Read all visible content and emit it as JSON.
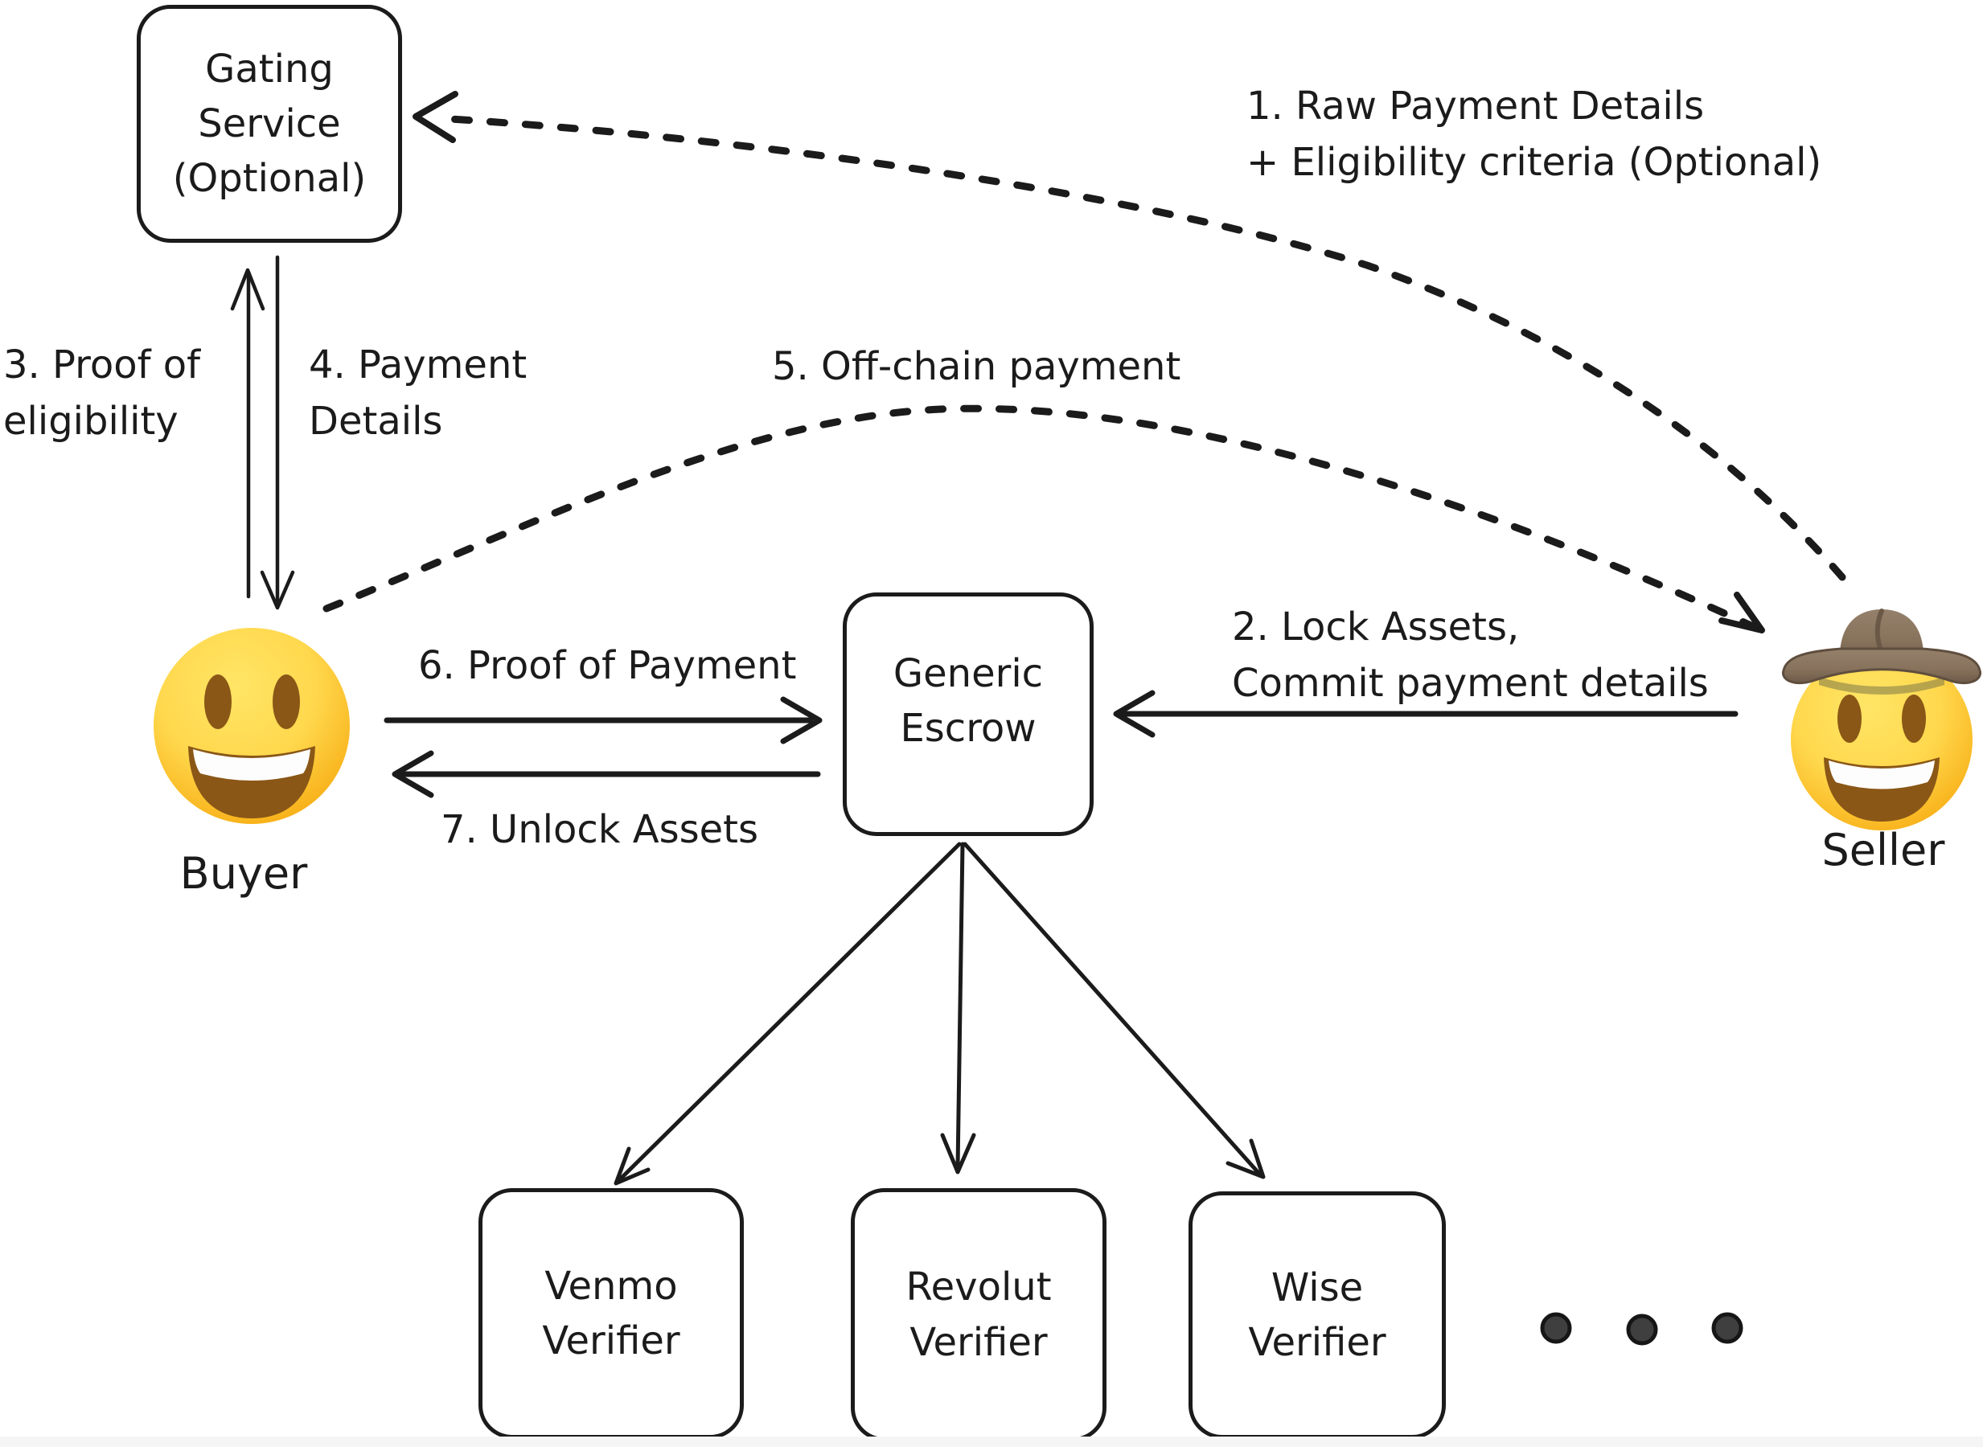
{
  "colors": {
    "ink": "#1b1b1b",
    "background": "#ffffff",
    "emoji_yellow": "#ffd84d",
    "emoji_orange": "#f8b119",
    "emoji_mouth_brown": "#8a5717",
    "hat_brown": "#87725c",
    "ellipsis_dot_fill": "#3f3f3f"
  },
  "diagram": {
    "nodes": {
      "gating_service": {
        "label": "Gating\nService\n(Optional)"
      },
      "generic_escrow": {
        "label": "Generic\nEscrow"
      },
      "venmo_verifier": {
        "label": "Venmo\nVerifier"
      },
      "revolut_verifier": {
        "label": "Revolut\nVerifier"
      },
      "wise_verifier": {
        "label": "Wise\nVerifier"
      }
    },
    "actors": {
      "buyer": {
        "label": "Buyer",
        "emoji": "grinning-face"
      },
      "seller": {
        "label": "Seller",
        "emoji": "cowboy-hat-face"
      }
    },
    "edges": {
      "raw_payment_details": {
        "label": "1. Raw Payment Details\n+ Eligibility criteria (Optional)",
        "from": "Seller",
        "to": "Gating Service",
        "style": "dashed-curve"
      },
      "lock_assets": {
        "label": "2. Lock Assets,\nCommit payment details",
        "from": "Seller",
        "to": "Generic Escrow",
        "style": "solid"
      },
      "proof_of_eligibility": {
        "label": "3. Proof of\neligibility",
        "from": "Buyer",
        "to": "Gating Service",
        "style": "solid"
      },
      "payment_details": {
        "label": "4. Payment\nDetails",
        "from": "Gating Service",
        "to": "Buyer",
        "style": "solid"
      },
      "off_chain_payment": {
        "label": "5. Off-chain payment",
        "from": "Buyer",
        "to": "Seller",
        "style": "dashed-curve"
      },
      "proof_of_payment": {
        "label": "6. Proof of Payment",
        "from": "Buyer",
        "to": "Generic Escrow",
        "style": "solid"
      },
      "unlock_assets": {
        "label": "7. Unlock Assets",
        "from": "Generic Escrow",
        "to": "Buyer",
        "style": "solid"
      },
      "escrow_to_venmo": {
        "from": "Generic Escrow",
        "to": "Venmo Verifier",
        "style": "solid"
      },
      "escrow_to_revolut": {
        "from": "Generic Escrow",
        "to": "Revolut Verifier",
        "style": "solid"
      },
      "escrow_to_wise": {
        "from": "Generic Escrow",
        "to": "Wise Verifier",
        "style": "solid"
      }
    },
    "icons": {
      "more_verifiers": "ellipsis-dots"
    }
  }
}
